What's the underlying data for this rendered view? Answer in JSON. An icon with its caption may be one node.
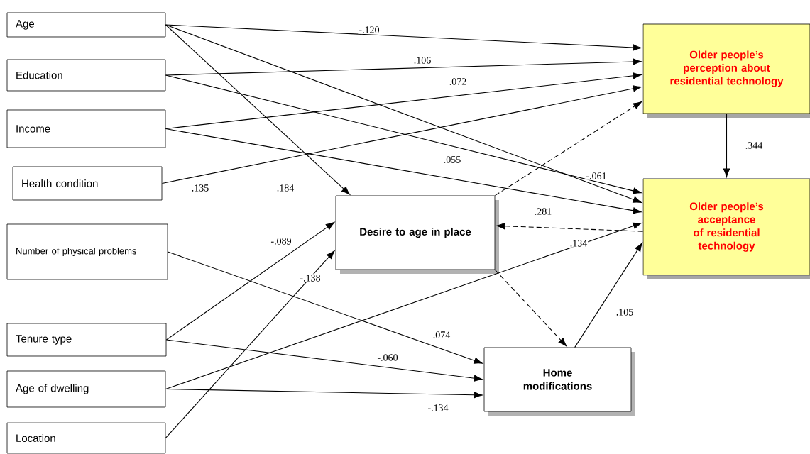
{
  "diagram": {
    "nodes": [
      {
        "text": [
          "Age"
        ]
      },
      {
        "text": [
          "Education"
        ]
      },
      {
        "text": [
          "Income"
        ]
      },
      {
        "text": [
          "Health condition"
        ]
      },
      {
        "text": [
          "Number of physical problems"
        ]
      },
      {
        "text": [
          "Tenure type"
        ]
      },
      {
        "text": [
          "Age of dwelling"
        ]
      },
      {
        "text": [
          "Location"
        ]
      },
      {
        "text": [
          "Desire to age in place"
        ]
      },
      {
        "text": [
          "Older people’s perception about residential technology"
        ]
      },
      {
        "text": [
          "Older people’s acceptance of residential technology"
        ]
      },
      {
        "text": [
          "Home modifications"
        ]
      }
    ],
    "edges": [
      {
        "from": 0,
        "to": 9,
        "arrow": "to",
        "label": "-.120"
      },
      {
        "from": 1,
        "to": 9,
        "arrow": "to",
        "label": ".106"
      },
      {
        "from": 2,
        "to": 9,
        "arrow": "to",
        "label": ".072"
      },
      {
        "from": 3,
        "to": 9,
        "arrow": "to",
        "label": ".135"
      },
      {
        "from": 1,
        "to": 10,
        "arrow": "to",
        "label": ".055"
      },
      {
        "from": 0,
        "to": 10,
        "arrow": "to",
        "label": "-.061"
      },
      {
        "from": 2,
        "to": 10,
        "arrow": "to",
        "label": ".281"
      },
      {
        "from": 0,
        "to": 8,
        "arrow": "to",
        "label": ".184"
      },
      {
        "from": 5,
        "to": 8,
        "arrow": "to",
        "label": "-.089"
      },
      {
        "from": 7,
        "to": 8,
        "arrow": "to",
        "label": "-.138"
      },
      {
        "from": 6,
        "to": 10,
        "arrow": "to",
        "label": ".134"
      },
      {
        "from": 4,
        "to": 11,
        "arrow": "to",
        "label": ".074"
      },
      {
        "from": 5,
        "to": 11,
        "arrow": "to",
        "label": "-.060"
      },
      {
        "from": 6,
        "to": 11,
        "arrow": "to",
        "label": "-.134"
      },
      {
        "from": 11,
        "to": 10,
        "arrow": "to",
        "label": ".105"
      },
      {
        "from": 9,
        "to": 10,
        "arrow": "to",
        "label": ".344"
      },
      {
        "from": 8,
        "to": 9,
        "arrow": "to",
        "style": "dashed"
      },
      {
        "from": 10,
        "to": 8,
        "arrow": "to",
        "style": "dashed"
      },
      {
        "from": 8,
        "to": 11,
        "arrow": "to",
        "style": "dashed"
      }
    ]
  }
}
